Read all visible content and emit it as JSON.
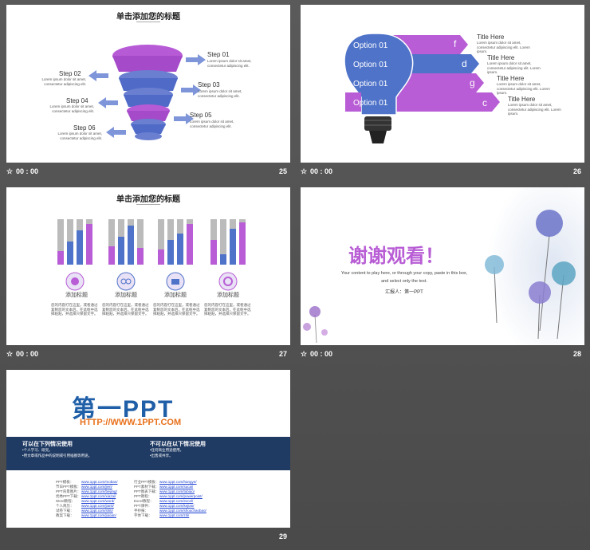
{
  "slides": [
    {
      "num": "25",
      "time": "00 : 00",
      "title": "单击添加您的标题",
      "steps": [
        {
          "label": "Step 01",
          "text": "Lorem ipsum dolor sit amet, consectetur adipiscing elit."
        },
        {
          "label": "Step 02",
          "text": "Lorem ipsum dolor sit amet, consectetur adipiscing elit."
        },
        {
          "label": "Step 03",
          "text": "Lorem ipsum dolor sit amet, consectetur adipiscing elit."
        },
        {
          "label": "Step 04",
          "text": "Lorem ipsum dolor sit amet, consectetur adipiscing elit."
        },
        {
          "label": "Step 05",
          "text": "Lorem ipsum dolor sit amet, consectetur adipiscing elit."
        },
        {
          "label": "Step 06",
          "text": "Lorem ipsum dolor sit amet, consectetur adipiscing elit."
        }
      ]
    },
    {
      "num": "26",
      "time": "00 : 00",
      "options": [
        "Option 01",
        "Option 01",
        "Option 01",
        "Option 01"
      ],
      "letters": [
        "f",
        "d",
        "g",
        "c"
      ],
      "items": [
        {
          "title": "Title Here",
          "text": "Lorem ipsum dolor sit amet, consectetur adipiscing elit. Lorem ipsum."
        },
        {
          "title": "Title Here",
          "text": "Lorem ipsum dolor sit amet, consectetur adipiscing elit. Lorem ipsum."
        },
        {
          "title": "Title Here",
          "text": "Lorem ipsum dolor sit amet, consectetur adipiscing elit. Lorem ipsum."
        },
        {
          "title": "Title Here",
          "text": "Lorem ipsum dolor sit amet, consectetur adipiscing elit. Lorem ipsum."
        }
      ]
    },
    {
      "num": "27",
      "time": "00 : 00",
      "title": "单击添加您的标题",
      "cols": [
        {
          "label": "添加标题",
          "text": "您的内容打在这里，或者通过复制您的文本后，在此框中选择粘贴，并选择只保留文字。"
        },
        {
          "label": "添加标题",
          "text": "您的内容打在这里，或者通过复制您的文本后，在此框中选择粘贴，并选择只保留文字。"
        },
        {
          "label": "添加标题",
          "text": "您的内容打在这里，或者通过复制您的文本后，在此框中选择粘贴，并选择只保留文字。"
        },
        {
          "label": "添加标题",
          "text": "您的内容打在这里，或者通过复制您的文本后，在此框中选择粘贴，并选择只保留文字。"
        }
      ]
    },
    {
      "num": "28",
      "time": "00 : 00",
      "title": "谢谢观看！",
      "body1": "Your content to play here, or through your copy, paste in this box,",
      "body2": "and select only the text.",
      "reporter": "汇报人：第一PPT"
    },
    {
      "num": "29",
      "logo": "第一PPT",
      "url": "HTTP://WWW.1PPT.COM",
      "left_head": "可以在下列情况使用",
      "left_items": [
        "•个人学习、研究。",
        "•用文章或作品中的说明或引用插图等用途。"
      ],
      "right_head": "不可以在以下情况使用",
      "right_items": [
        "•任何商业用途使用。",
        "•出售或共享。"
      ],
      "links_left": [
        [
          "PPT模板：",
          "www.1ppt.com/moban/"
        ],
        [
          "节日PPT模板：",
          "www.1ppt.com/jieri/"
        ],
        [
          "PPT背景图片：",
          "www.1ppt.com/beijing/"
        ],
        [
          "优秀PPT下载：",
          "www.1ppt.com/xiazai/"
        ],
        [
          "Word教程：",
          "www.1ppt.com/word/"
        ],
        [
          "个人简历：",
          "www.1ppt.com/jianli/"
        ],
        [
          "试卷下载：",
          "www.1ppt.com/shiti/"
        ],
        [
          "教案下载：",
          "www.1ppt.com/jiaoan/"
        ]
      ],
      "links_right": [
        [
          "行业PPT模板：",
          "www.1ppt.com/hangye/"
        ],
        [
          "PPT素材下载：",
          "www.1ppt.com/sucai/"
        ],
        [
          "PPT图表下载：",
          "www.1ppt.com/tubiao/"
        ],
        [
          "PPT教程：",
          "www.1ppt.com/powerpoint/"
        ],
        [
          "Excel教程：",
          "www.1ppt.com/excel/"
        ],
        [
          "PPT课件：",
          "www.1ppt.com/kejian/"
        ],
        [
          "手抄报：",
          "www.1ppt.com/shouchaobao/"
        ],
        [
          "字体下载：",
          "www.1ppt.com/ziti/"
        ]
      ]
    }
  ]
}
